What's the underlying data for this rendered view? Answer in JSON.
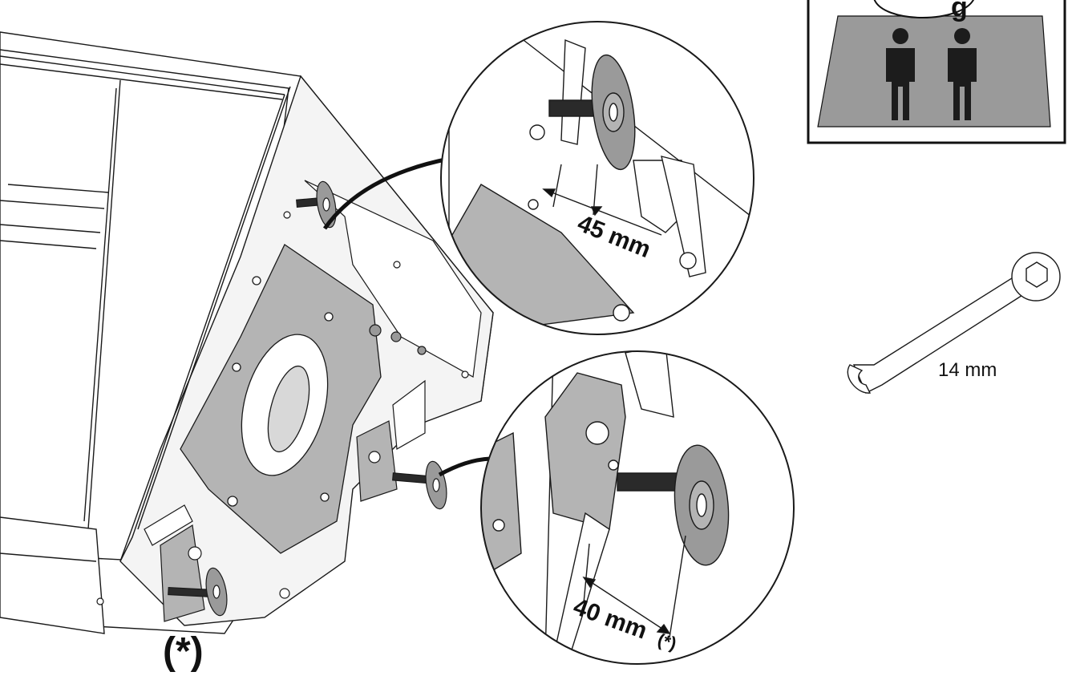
{
  "callout_top": {
    "dimension": "45 mm"
  },
  "callout_bottom": {
    "dimension": "40 mm",
    "note": "(*)"
  },
  "main_note": "(*)",
  "wrench": {
    "size": "14 mm"
  },
  "warning_panel": {
    "people_count": 2,
    "icon": "two-person-lift-icon"
  },
  "colors": {
    "line": "#1a1a1a",
    "shade": "#b4b4b4",
    "panel_gray": "#9a9a9a",
    "person": "#1c1c1c"
  }
}
